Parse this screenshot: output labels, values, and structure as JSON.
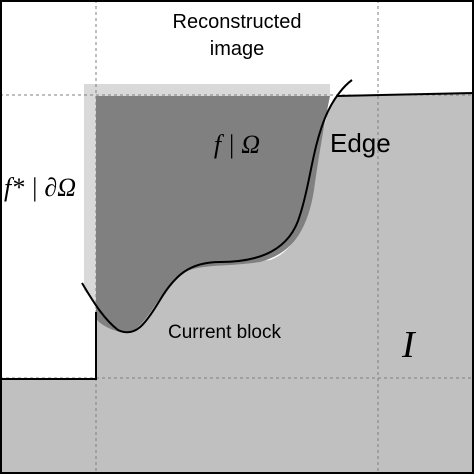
{
  "labels": {
    "reconstructed_line1": "Reconstructed",
    "reconstructed_line2": "image",
    "f_omega": "f | Ω",
    "f_star_boundary": "f* | ∂Ω",
    "edge": "Edge",
    "current_block": "Current block",
    "image_I": "I"
  },
  "colors": {
    "background": "#ffffff",
    "reconstructed_region": "#c0c0c0",
    "current_block_region": "#bfbfbf",
    "boundary_band": "#d9d9d9",
    "omega_region": "#808080",
    "outline": "#000000",
    "grid_dashes": "#7f7f7f"
  }
}
